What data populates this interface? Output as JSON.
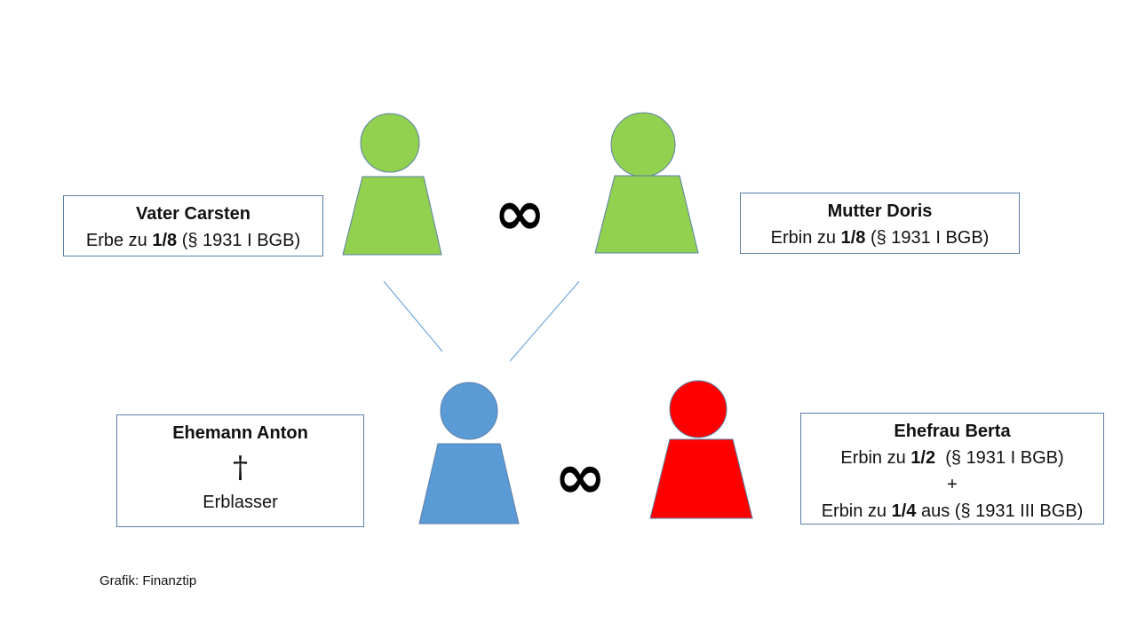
{
  "colors": {
    "parents": "#92d050",
    "husband": "#5b9bd5",
    "wife": "#ff0000",
    "outline": "#5b7fa8",
    "connector": "#5b9bd5"
  },
  "icons": {
    "marriage": "infinity-symbol",
    "deceased": "dagger-cross"
  },
  "symbols": {
    "marriage": "∞",
    "deceased": "†"
  },
  "persons": {
    "father": {
      "name": "Vater Carsten",
      "line_prefix": "Erbe zu ",
      "share": "1/8",
      "line_suffix": " (§ 1931 I BGB)"
    },
    "mother": {
      "name": "Mutter Doris",
      "line_prefix": "Erbin zu ",
      "share": "1/8",
      "line_suffix": " (§ 1931 I BGB)"
    },
    "husband": {
      "name": "Ehemann Anton",
      "role": "Erblasser"
    },
    "wife": {
      "name": "Ehefrau Berta",
      "line1_prefix": "Erbin zu ",
      "line1_share": "1/2",
      "line1_suffix": "  (§ 1931 I BGB)",
      "plus": "+",
      "line2_prefix": "Erbin zu ",
      "line2_share": "1/4",
      "line2_suffix": " aus (§ 1931 III BGB)"
    }
  },
  "credit": "Grafik: Finanztip"
}
